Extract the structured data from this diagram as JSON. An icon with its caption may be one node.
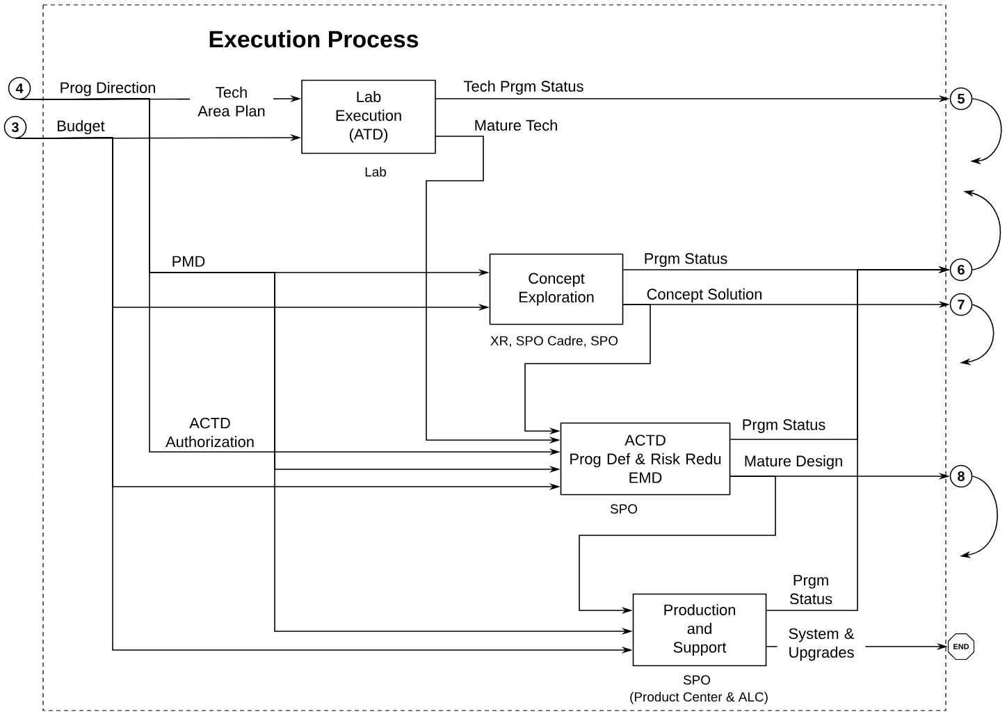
{
  "diagram": {
    "title": "Execution Process",
    "nodes": [
      {
        "text": [
          "4"
        ]
      },
      {
        "text": [
          "3"
        ]
      },
      {
        "text": [
          "Lab Execution (ATD)"
        ],
        "beside": [
          "Lab"
        ]
      },
      {
        "text": [
          "Concept Exploration"
        ],
        "beside": [
          "XR, SPO Cadre, SPO"
        ]
      },
      {
        "text": [
          "ACTD",
          "Prog Def & Risk Redu",
          "EMD"
        ],
        "beside": [
          "SPO"
        ]
      },
      {
        "text": [
          "Production and Support"
        ],
        "beside": [
          "SPO",
          "(Product Center & ALC)"
        ]
      },
      {
        "text": [
          "5"
        ]
      },
      {
        "text": [
          "6"
        ]
      },
      {
        "text": [
          "7"
        ]
      },
      {
        "text": [
          "8"
        ]
      },
      {
        "text": [
          "END"
        ]
      }
    ],
    "edges": [
      {
        "from": 0,
        "to": 2,
        "arrow": "to",
        "label": "Tech Area Plan"
      },
      {
        "from": 0,
        "to": 3,
        "arrow": "to",
        "label": "PMD"
      },
      {
        "from": 0,
        "to": 4,
        "arrow": "to",
        "label": "ACTD Authorization"
      },
      {
        "from": 0,
        "to": 4,
        "arrow": "to"
      },
      {
        "from": 0,
        "to": 5,
        "arrow": "to"
      },
      {
        "from": 1,
        "to": 2,
        "arrow": "to"
      },
      {
        "from": 1,
        "to": 3,
        "arrow": "to"
      },
      {
        "from": 1,
        "to": 4,
        "arrow": "to"
      },
      {
        "from": 1,
        "to": 5,
        "arrow": "to"
      },
      {
        "from": 2,
        "to": 6,
        "arrow": "to",
        "label": "Tech Prgm Status"
      },
      {
        "from": 2,
        "to": 4,
        "arrow": "to",
        "label": "Mature Tech"
      },
      {
        "from": 3,
        "to": 7,
        "arrow": "to",
        "label": "Prgm Status"
      },
      {
        "from": 3,
        "to": 8,
        "arrow": "to",
        "label": "Concept Solution"
      },
      {
        "from": 3,
        "to": 4,
        "arrow": "to"
      },
      {
        "from": 4,
        "to": 7,
        "arrow": "to",
        "label": "Prgm Status"
      },
      {
        "from": 4,
        "to": 9,
        "arrow": "to",
        "label": "Mature Design"
      },
      {
        "from": 4,
        "to": 5,
        "arrow": "to"
      },
      {
        "from": 5,
        "to": 7,
        "arrow": "to",
        "label": "Prgm Status"
      },
      {
        "from": 5,
        "to": 10,
        "arrow": "to",
        "label": "System & Upgrades"
      },
      {
        "from": 6,
        "to": null,
        "arrow": "to"
      },
      {
        "from": 7,
        "to": null,
        "arrow": "to"
      },
      {
        "from": 8,
        "to": null,
        "arrow": "to"
      },
      {
        "from": 9,
        "to": null,
        "arrow": "to"
      }
    ],
    "labels": [
      "Prog Direction",
      "Budget"
    ]
  }
}
